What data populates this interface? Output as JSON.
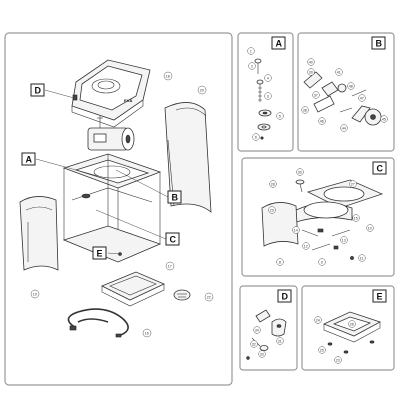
{
  "diagram": {
    "main": {
      "callouts": [
        "D",
        "A",
        "B",
        "C",
        "E"
      ],
      "part_numbers": [
        "18",
        "20",
        "19",
        "17",
        "22",
        "16"
      ],
      "logo_text": "EKA"
    },
    "panels": [
      {
        "id": "A",
        "label": "A",
        "part_numbers": [
          "1",
          "2",
          "4",
          "3",
          "5",
          "6"
        ]
      },
      {
        "id": "B",
        "label": "B",
        "part_numbers": [
          "40",
          "39",
          "41",
          "48",
          "37",
          "38",
          "46",
          "47",
          "44",
          "45"
        ]
      },
      {
        "id": "C",
        "label": "C",
        "part_numbers": [
          "30",
          "28",
          "27",
          "29",
          "14",
          "15",
          "10",
          "12",
          "13",
          "9",
          "11",
          "8"
        ]
      },
      {
        "id": "D",
        "label": "D",
        "part_numbers": [
          "34",
          "31",
          "33",
          "32"
        ]
      },
      {
        "id": "E",
        "label": "E",
        "part_numbers": [
          "24",
          "26",
          "25",
          "23"
        ]
      }
    ]
  }
}
